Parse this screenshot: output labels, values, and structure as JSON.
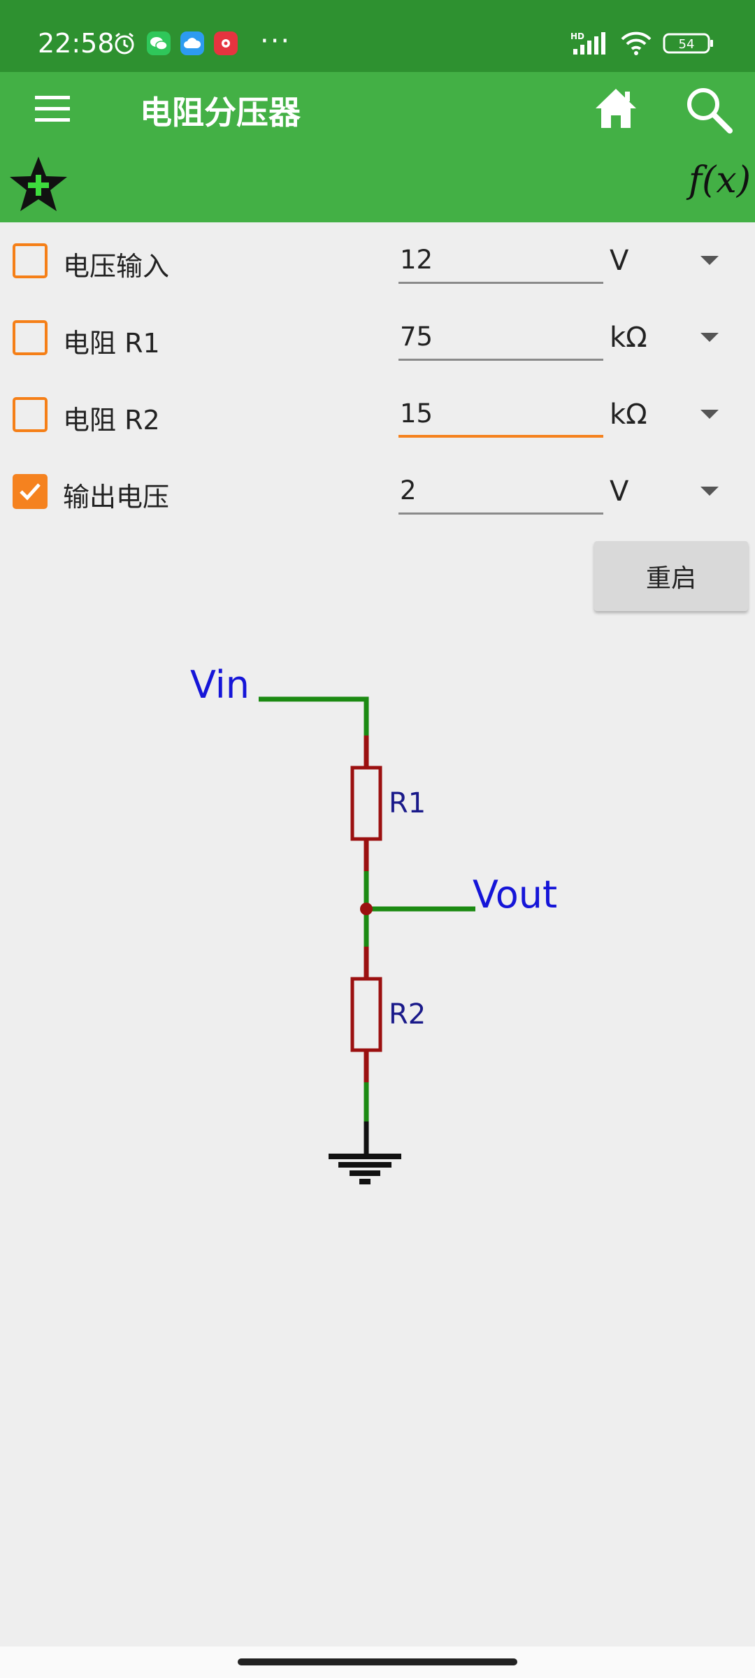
{
  "status_bar": {
    "time": "22:58",
    "more": "···",
    "network": "HD",
    "battery": "54"
  },
  "app_bar": {
    "title": "电阻分压器"
  },
  "tool_bar": {
    "fx_label": "f(x)"
  },
  "colors": {
    "status_bar": "#2e9130",
    "app_bar": "#43b045",
    "accent": "#f5821f",
    "wire": "#1b8a12",
    "resistor": "#9b1010",
    "label_blue": "#1515d8"
  },
  "rows": [
    {
      "label": "电压输入",
      "value": "12",
      "unit": "V",
      "checked": false
    },
    {
      "label": "电阻 R1",
      "value": "75",
      "unit": "kΩ",
      "checked": false
    },
    {
      "label": "电阻 R2",
      "value": "15",
      "unit": "kΩ",
      "checked": false
    },
    {
      "label": "输出电压",
      "value": "2",
      "unit": "V",
      "checked": true
    }
  ],
  "reset_label": "重启",
  "circuit": {
    "vin": "Vin",
    "vout": "Vout",
    "r1": "R1",
    "r2": "R2"
  }
}
